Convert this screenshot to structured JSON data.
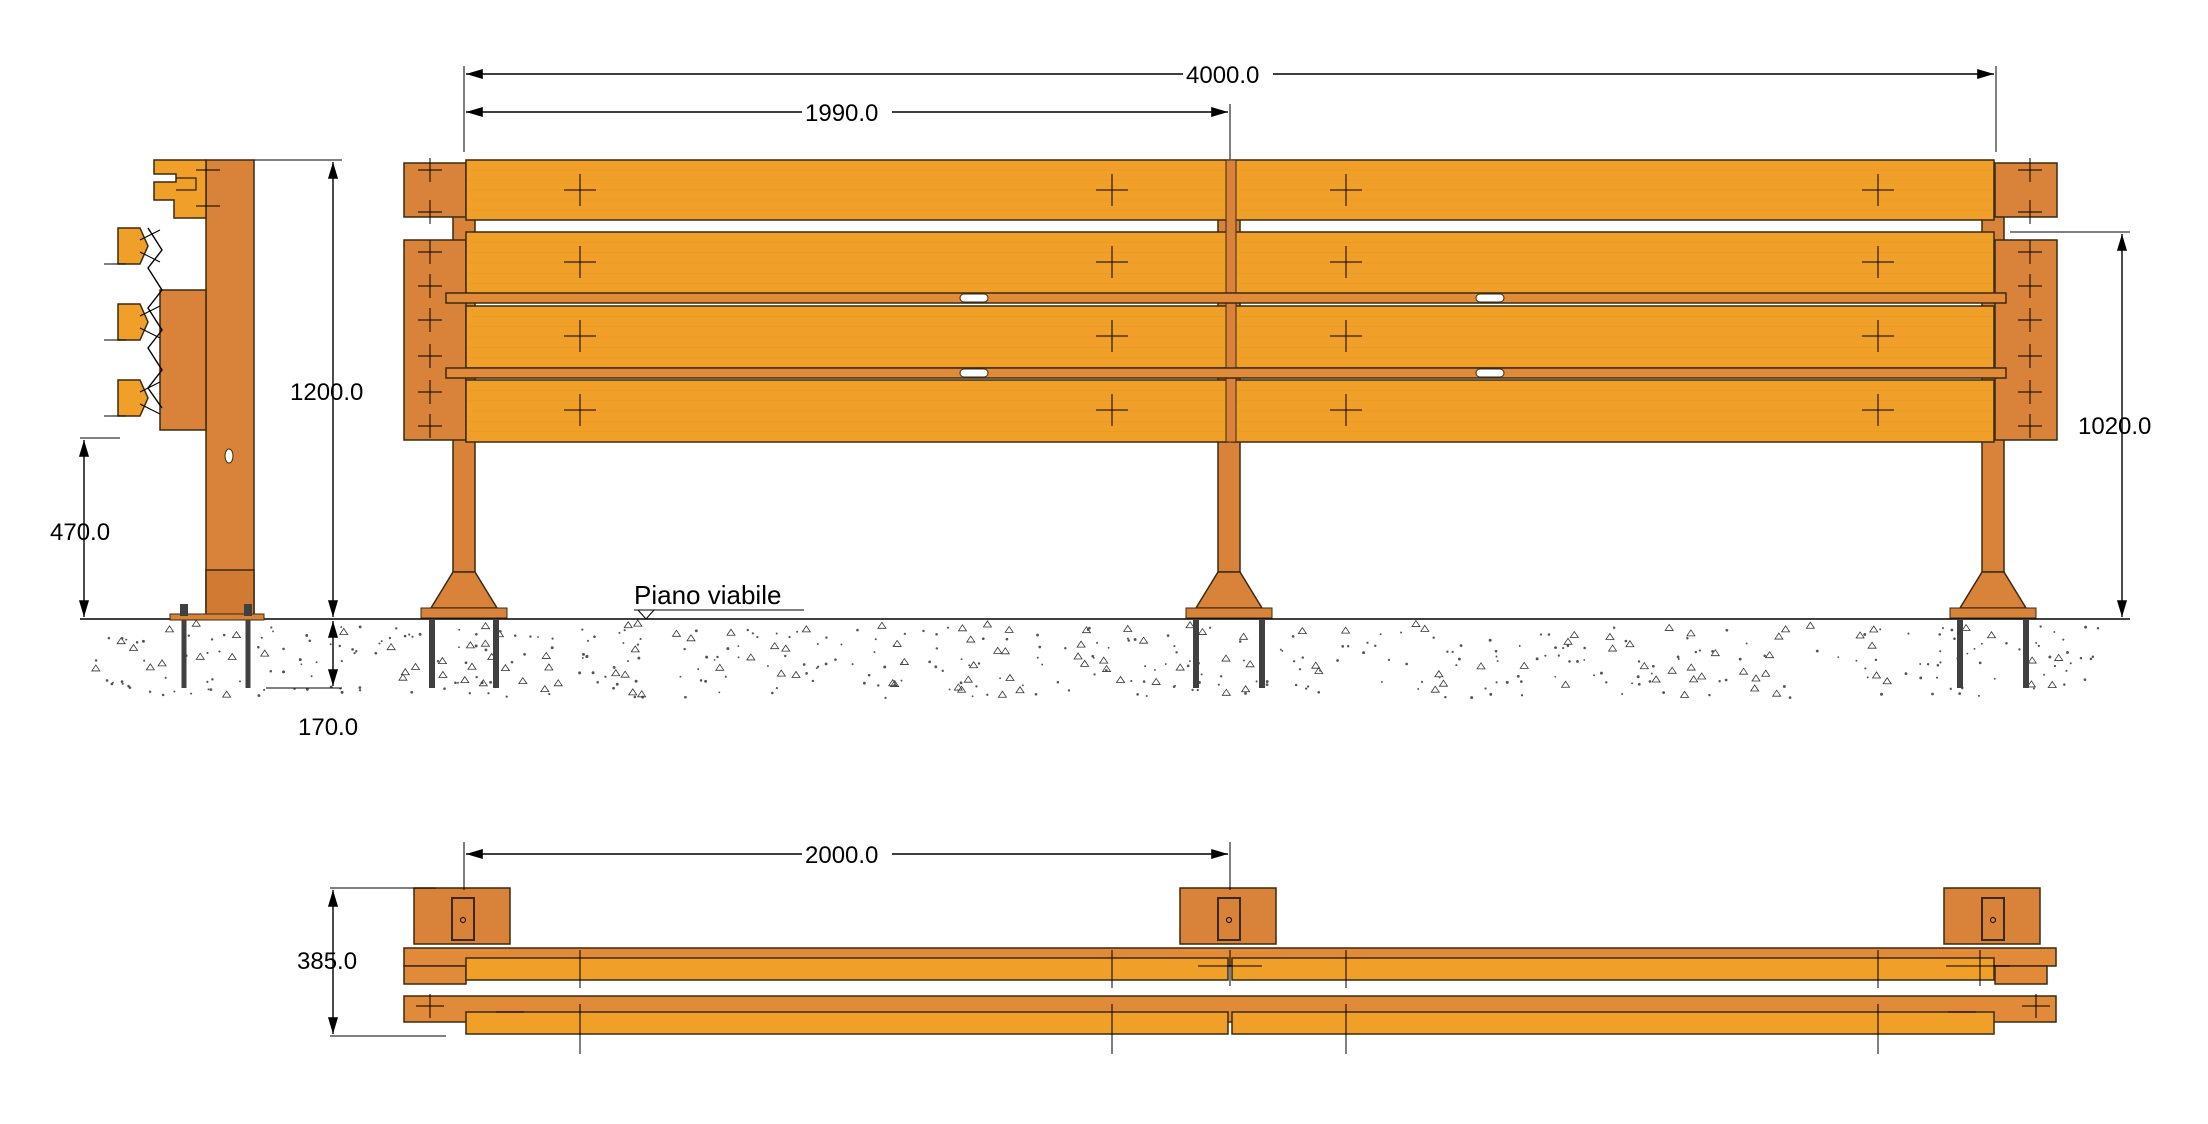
{
  "colors": {
    "wood": "#F0A028",
    "wood_light": "#F5B048",
    "steel": "#D9823A",
    "outline": "#3A2A10",
    "bolt": "#404040"
  },
  "dimensions": {
    "total_length": "4000.0",
    "plank_length": "1990.0",
    "post_spacing": "2000.0",
    "side_height": "1200.0",
    "rail_height": "470.0",
    "embed_depth": "170.0",
    "front_height": "1020.0",
    "plan_depth": "385.0"
  },
  "labels": {
    "road_level": "Piano viabile"
  }
}
